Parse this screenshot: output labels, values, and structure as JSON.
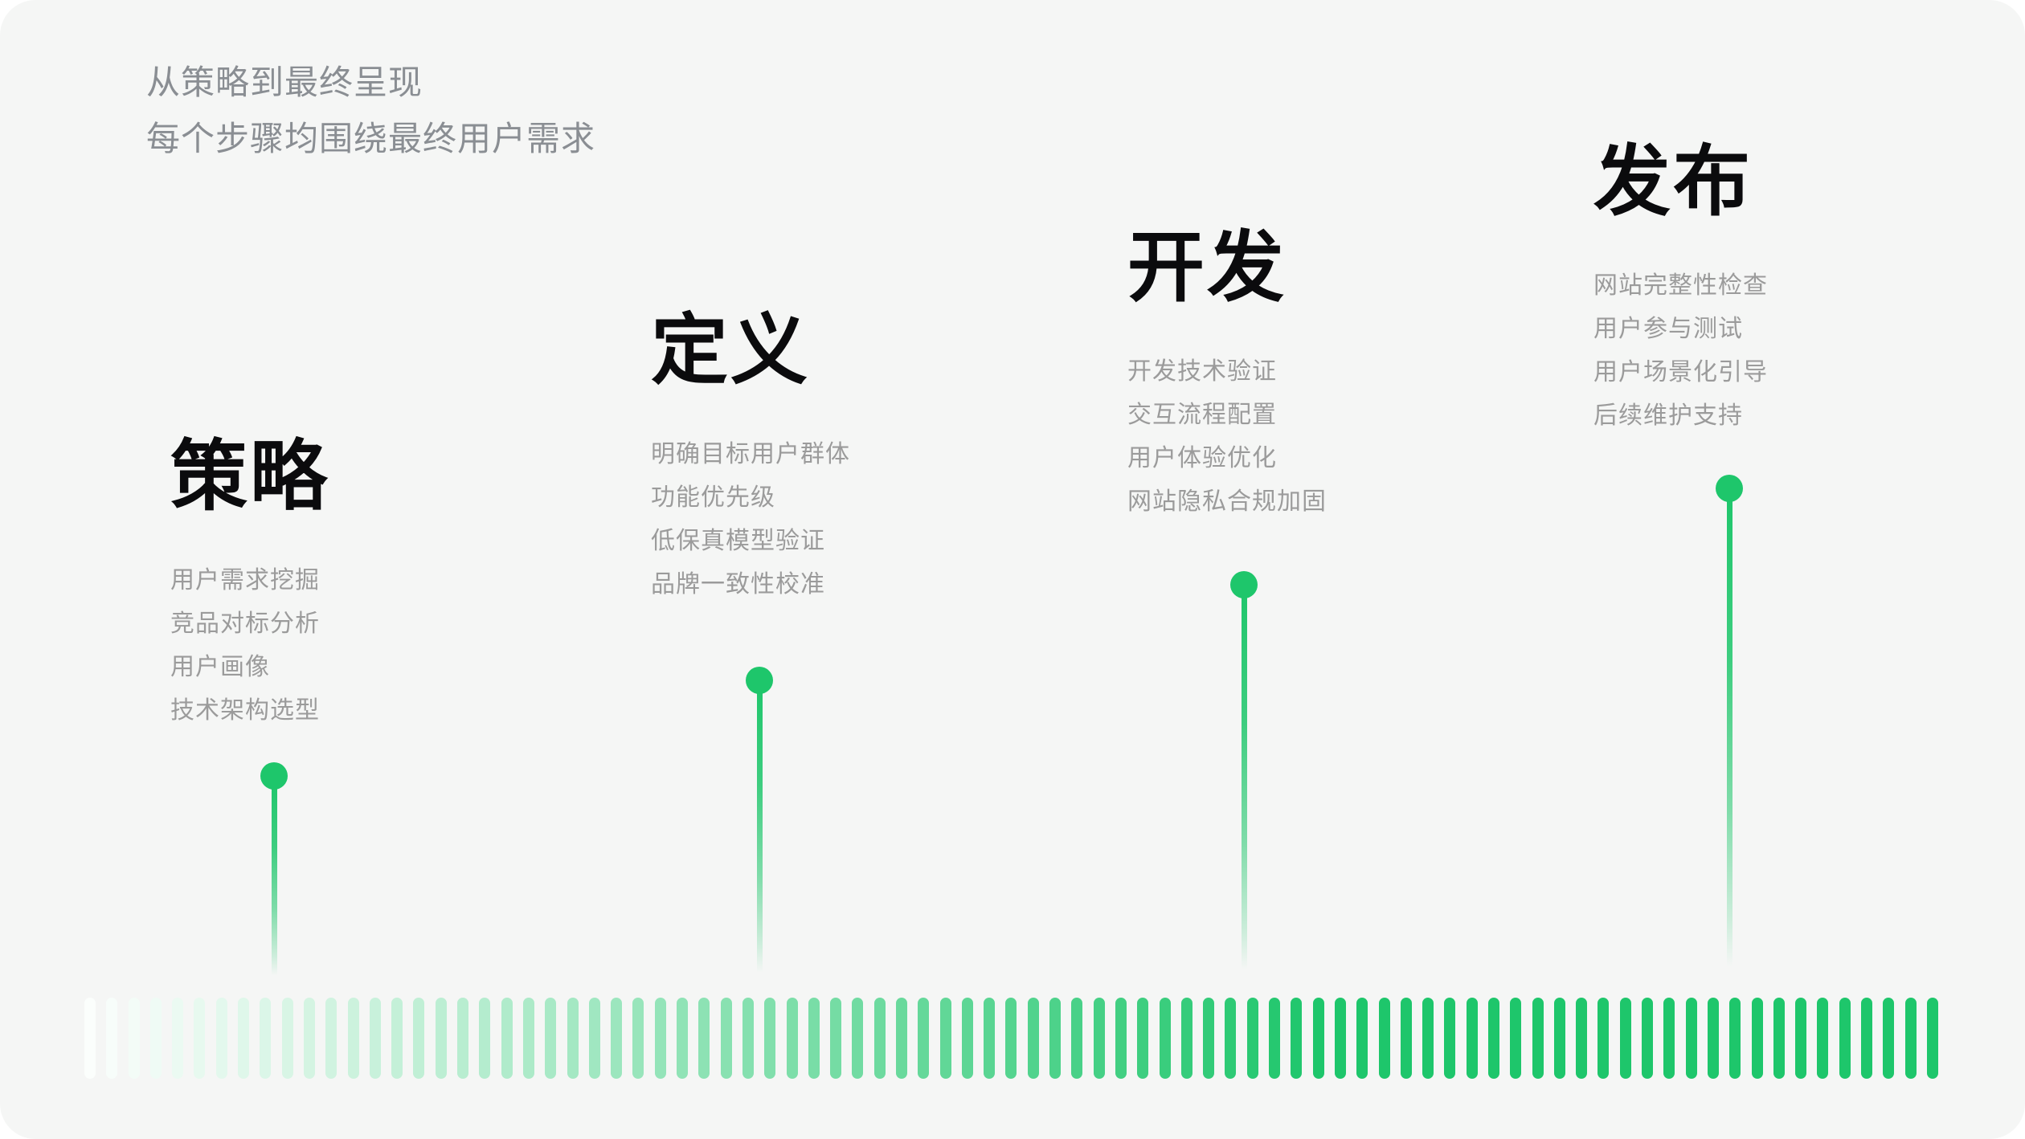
{
  "header": {
    "subtitle_line1": "从策略到最终呈现",
    "subtitle_line2": "每个步骤均围绕最终用户需求"
  },
  "stages": [
    {
      "title": "策略",
      "items": [
        "用户需求挖掘",
        "竞品对标分析",
        "用户画像",
        "技术架构选型"
      ]
    },
    {
      "title": "定义",
      "items": [
        "明确目标用户群体",
        "功能优先级",
        "低保真模型验证",
        "品牌一致性校准"
      ]
    },
    {
      "title": "开发",
      "items": [
        "开发技术验证",
        "交互流程配置",
        "用户体验优化",
        "网站隐私合规加固"
      ]
    },
    {
      "title": "发布",
      "items": [
        "网站完整性检查",
        "用户参与测试",
        "用户场景化引导",
        "后续维护支持"
      ]
    }
  ],
  "colors": {
    "accent_green": "#1EC66B",
    "background": "#F5F6F5",
    "heading_text": "#0B0B0D",
    "item_text": "#9B9B9B",
    "subtitle_text": "#8A8E93"
  },
  "decor": {
    "bottom_bar_count": 85,
    "bottom_bar_full_color_index": 57
  }
}
